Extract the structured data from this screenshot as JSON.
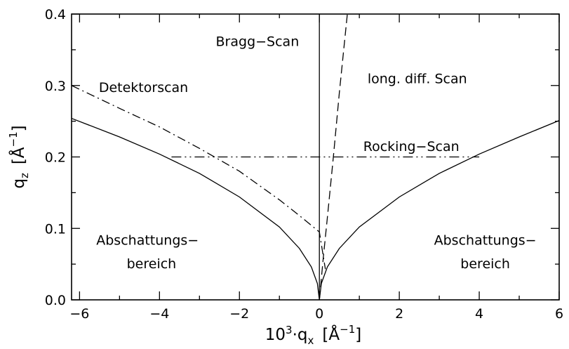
{
  "chart_data": {
    "type": "line",
    "xlabel_base": "10",
    "xlabel_sup": "3",
    "xlabel_var": "·q",
    "xlabel_sub": "x",
    "xlabel_unit_open": "[Å",
    "xlabel_unit_sup": "−1",
    "xlabel_unit_close": "]",
    "ylabel_var": "q",
    "ylabel_sub": "z",
    "ylabel_unit_open": "[Å",
    "ylabel_unit_sup": "−1",
    "ylabel_unit_close": "]",
    "xlim": [
      -6.2,
      6
    ],
    "ylim": [
      0,
      0.4
    ],
    "xticks": [
      -6,
      -4,
      -2,
      0,
      2,
      4,
      6
    ],
    "xtick_labels": [
      "−6",
      "−4",
      "−2",
      "0",
      "2",
      "4",
      "6"
    ],
    "yticks": [
      0,
      0.1,
      0.2,
      0.3,
      0.4
    ],
    "ytick_labels": [
      "0.0",
      "0.1",
      "0.2",
      "0.3",
      "0.4"
    ],
    "grid": false,
    "series": [
      {
        "style": "solid",
        "x": [
          -6.2,
          -5,
          -4,
          -3,
          -2,
          -1,
          -0.5,
          -0.2,
          -0.05,
          0
        ],
        "y": [
          0.254,
          0.228,
          0.204,
          0.177,
          0.144,
          0.102,
          0.072,
          0.046,
          0.023,
          0.0
        ]
      },
      {
        "style": "solid",
        "x": [
          0,
          0.05,
          0.2,
          0.5,
          1,
          2,
          3,
          4,
          5,
          6
        ],
        "y": [
          0.0,
          0.023,
          0.046,
          0.072,
          0.102,
          0.144,
          0.177,
          0.204,
          0.228,
          0.251
        ]
      },
      {
        "style": "solid",
        "x": [
          0,
          0
        ],
        "y": [
          0,
          0.4
        ]
      },
      {
        "style": "dash",
        "x": [
          0,
          0.1,
          0.2,
          0.35,
          0.5,
          0.7
        ],
        "y": [
          0.0,
          0.06,
          0.115,
          0.2,
          0.29,
          0.4
        ]
      },
      {
        "style": "dashdot",
        "x": [
          -6.2,
          -5,
          -4,
          -3,
          -2,
          -1,
          -0.5,
          0,
          0.15
        ],
        "y": [
          0.3,
          0.268,
          0.242,
          0.212,
          0.18,
          0.14,
          0.118,
          0.095,
          0.043
        ]
      },
      {
        "style": "dashdotdot",
        "x": [
          -3.7,
          4.0
        ],
        "y": [
          0.2,
          0.2
        ]
      }
    ],
    "annotations": [
      {
        "text": "Bragg−Scan",
        "x": -1.55,
        "y": 0.362
      },
      {
        "text": "Detektorscan",
        "x": -4.4,
        "y": 0.298
      },
      {
        "text": "long. diff. Scan",
        "x": 2.45,
        "y": 0.31
      },
      {
        "text": "Rocking−Scan",
        "x": 2.3,
        "y": 0.215
      },
      {
        "text": "Abschattungs−",
        "x": -4.3,
        "y": 0.084
      },
      {
        "text": "bereich",
        "x": -4.2,
        "y": 0.051
      },
      {
        "text": "Abschattungs−",
        "x": 4.15,
        "y": 0.084
      },
      {
        "text": "bereich",
        "x": 4.15,
        "y": 0.051
      }
    ]
  }
}
